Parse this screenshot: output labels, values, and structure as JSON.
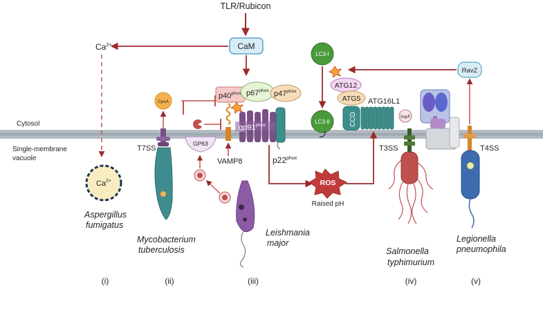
{
  "top_signal": "TLR/Rubicon",
  "cam": "CaM",
  "calcium": {
    "base": "Ca",
    "sup": "2+"
  },
  "compartments": {
    "cytosol": "Cytosol",
    "vacuole_line1": "Single-membrane",
    "vacuole_line2": "vacuole"
  },
  "nox": {
    "p40": {
      "base": "p40",
      "sup": "phox"
    },
    "p67": {
      "base": "p67",
      "sup": "phox"
    },
    "p47": {
      "base": "p47",
      "sup": "phox"
    },
    "gp91": {
      "base": "gp91",
      "sup": "phox"
    },
    "p22": {
      "base": "p22",
      "sup": "phox"
    }
  },
  "proteins": {
    "cpsa": "CpsA",
    "t7ss": "T7SS",
    "gp63": "GP63",
    "vamp8": "VAMP8",
    "lc3i": "LC3-I",
    "lc3ii": "LC3-II",
    "atg12": "ATG12",
    "atg5": "ATG5",
    "atg16l1": "ATG16L1",
    "ccd": "CCD",
    "sopf": "SopF",
    "t3ss": "T3SS",
    "ravz": "RavZ",
    "t4ss": "T4SS"
  },
  "ros": "ROS",
  "raised_ph": "Raised pH",
  "organisms": {
    "aspergillus": [
      "Aspergillus",
      "fumigatus"
    ],
    "mycobacterium": [
      "Mycobacterium",
      "tuberculosis"
    ],
    "leishmania": [
      "Leishmania",
      "major"
    ],
    "salmonella": [
      "Salmonella",
      "typhimurium"
    ],
    "legionella": [
      "Legionella",
      "pneumophila"
    ]
  },
  "panels": [
    "(i)",
    "(ii)",
    "(iii)",
    "(iv)",
    "(v)"
  ],
  "colors": {
    "arrow": "#9b2a2a",
    "membrane": "#aab3bb",
    "cam_fill": "#d8ecf6",
    "cam_stroke": "#5aa3c8",
    "lc3_green": "#4a9a3c",
    "calcium_fill": "#f7edc0",
    "nox_purple": "#7a4f86",
    "p22_teal": "#3b8f8a",
    "mtb_teal": "#3f8c8e",
    "leish_purple": "#8d5aa6",
    "salmonella_red": "#c0504d",
    "legionella_blue": "#3d6bb0",
    "ros_red": "#c23b3b"
  }
}
